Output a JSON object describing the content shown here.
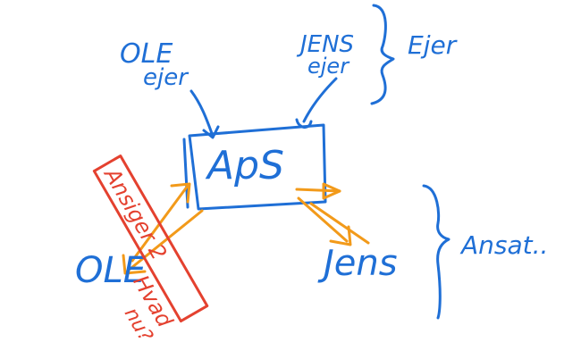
{
  "diagram": {
    "owners": {
      "ole_owner_name": "OLE",
      "ole_owner_role": "ejer",
      "jens_owner_name": "JENS",
      "jens_owner_role": "ejer",
      "bracket_label": "Ejer"
    },
    "company": {
      "label": "ApS"
    },
    "employees": {
      "ole_employee_name": "OLE",
      "jens_employee_name": "Jens",
      "bracket_label": "Ansat.."
    },
    "annotation": {
      "line1": "Ansiger 2",
      "line2": "Hvad",
      "line3": "nu?"
    },
    "colors": {
      "ink_blue": "#1f6fd6",
      "ink_orange": "#f29a1a",
      "ink_red": "#e4412f",
      "background": "#ffffff"
    }
  }
}
